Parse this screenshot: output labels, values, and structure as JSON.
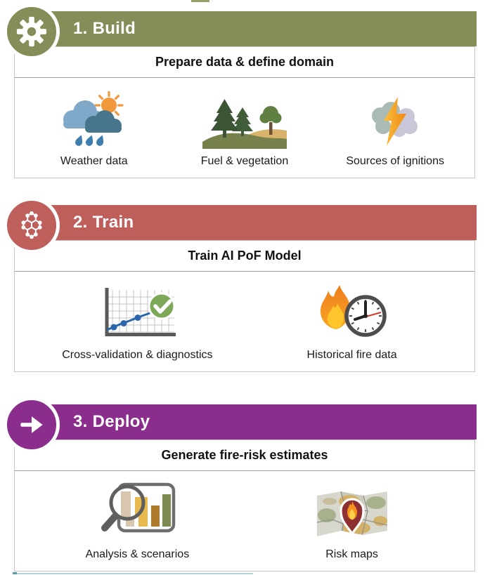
{
  "figure": {
    "type": "process-infographic",
    "steps_count": 3
  },
  "sections": [
    {
      "id": "build",
      "step_label": "1. Build",
      "accent_color": "#858D58",
      "badge_icon": "gear-icon",
      "subtitle": "Prepare data & define domain",
      "items": [
        {
          "icon": "weather-icon",
          "label": "Weather data"
        },
        {
          "icon": "vegetation-icon",
          "label": "Fuel & vegetation"
        },
        {
          "icon": "ignition-icon",
          "label": "Sources of ignitions"
        }
      ]
    },
    {
      "id": "train",
      "step_label": "2. Train",
      "accent_color": "#BE5F5B",
      "badge_icon": "molecule-icon",
      "subtitle": "Train AI PoF Model",
      "items": [
        {
          "icon": "validation-chart-icon",
          "label": "Cross-validation & diagnostics"
        },
        {
          "icon": "fire-clock-icon",
          "label": "Historical fire data"
        }
      ]
    },
    {
      "id": "deploy",
      "step_label": "3. Deploy",
      "accent_color": "#8B2D8C",
      "badge_icon": "arrow-right-icon",
      "subtitle": "Generate fire-risk estimates",
      "items": [
        {
          "icon": "magnifier-chart-icon",
          "label": "Analysis & scenarios"
        },
        {
          "icon": "risk-map-icon",
          "label": "Risk maps"
        }
      ]
    }
  ]
}
